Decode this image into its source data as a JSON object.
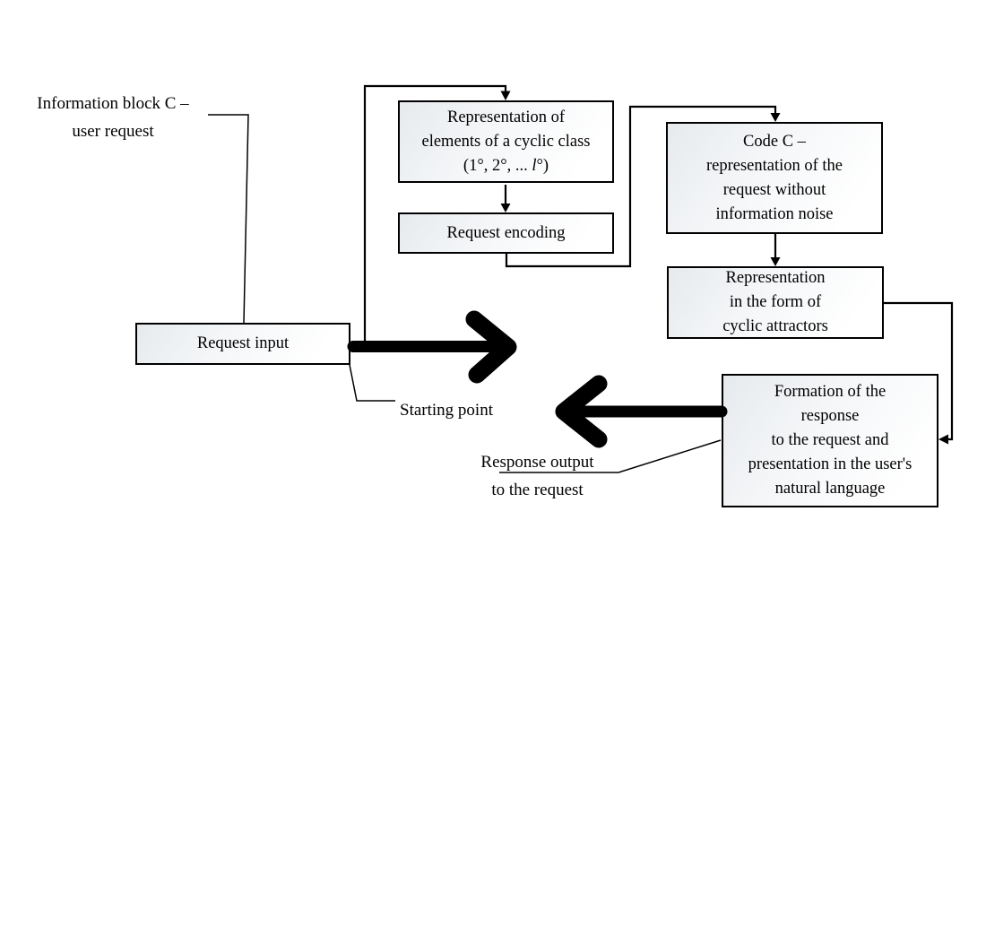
{
  "style": {
    "background": "#ffffff",
    "line_color": "#000000",
    "box_border_color": "#000000",
    "box_fill_start": "#e7eaed",
    "box_fill_end": "#ffffff"
  },
  "boxes": {
    "request_input": {
      "lines": [
        "Request input"
      ]
    },
    "repr_elements": {
      "lines": [
        "Representation of",
        "elements of a cyclic class"
      ],
      "formula": {
        "prefix": "(1°, 2°, ... ",
        "italic": "l",
        "suffix": "°)"
      }
    },
    "request_encoding": {
      "lines": [
        "Request encoding"
      ]
    },
    "code_c": {
      "lines": [
        "Code C –",
        "representation of the",
        "request without",
        "information noise"
      ]
    },
    "repr_attractors": {
      "lines": [
        "Representation",
        "in the form of",
        "cyclic attractors"
      ]
    },
    "formation": {
      "lines": [
        "Formation of the",
        "response",
        "to the request and",
        "presentation in the user's",
        "natural language"
      ]
    }
  },
  "labels": {
    "info_block": {
      "lines": [
        "Information block C –",
        "user request"
      ]
    },
    "starting_point": "Starting point",
    "response_output": {
      "lines": [
        "Response output",
        "to the request"
      ]
    }
  }
}
